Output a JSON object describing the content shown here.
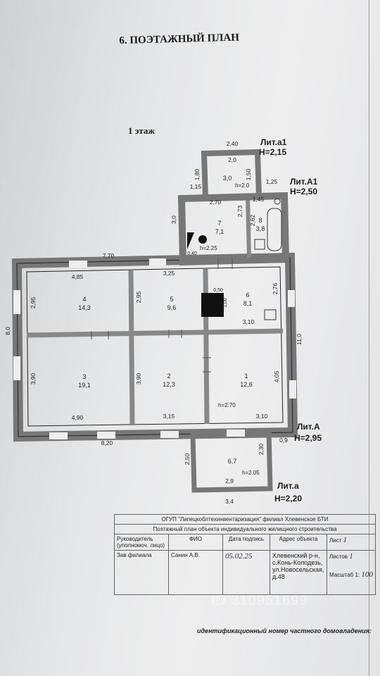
{
  "doc": {
    "title": "6. ПОЭТАЖНЫЙ ПЛАН",
    "floor": "1 этаж"
  },
  "plan": {
    "rooms": [
      {
        "id": "room-1",
        "num": "1",
        "area": "12,6"
      },
      {
        "id": "room-2",
        "num": "2",
        "area": "12,3"
      },
      {
        "id": "room-3",
        "num": "3",
        "area": "19,1"
      },
      {
        "id": "room-4",
        "num": "4",
        "area": "14,3"
      },
      {
        "id": "room-5",
        "num": "5",
        "area": "9,6"
      },
      {
        "id": "room-6",
        "num": "6",
        "area": "8,1"
      },
      {
        "id": "room-7",
        "num": "7",
        "area": "7,1"
      },
      {
        "id": "room-8",
        "num": "8",
        "area": "3,8"
      },
      {
        "id": "room-a1",
        "num": "",
        "area": "3,0"
      },
      {
        "id": "room-porch",
        "num": "",
        "area": "6,7"
      }
    ],
    "dims": [
      "2,40",
      "2,0",
      "1,80",
      "1,50",
      "1,15",
      "1,25",
      "2,70",
      "1,45",
      "2,73",
      "2,62",
      "3,0",
      "0,40",
      "7,70",
      "4,85",
      "3,25",
      "2,95",
      "2,95",
      "2,76",
      "0,50",
      "1,00",
      "3,10",
      "8,0",
      "11,0",
      "3,90",
      "3,90",
      "4,05",
      "4,90",
      "3,15",
      "3,10",
      "8,20",
      "0,9",
      "2,50",
      "2,30",
      "2,9",
      "3,4"
    ],
    "heights": [
      "h=2.0",
      "h=2.25",
      "h=2.70",
      "h=2.05"
    ],
    "liters": [
      {
        "name": "Лит.а1",
        "h": "Н=2,15"
      },
      {
        "name": "Лит.А1",
        "h": "Н=2,50"
      },
      {
        "name": "Лит.А",
        "h": "Н=2,95"
      },
      {
        "name": "Лит.а",
        "h": "Н=2,20"
      }
    ]
  },
  "stamp": {
    "org": "ОГУП \"Липецкоблтехинвентаризация\" филиал Хлевенское БТИ",
    "desc": "Поэтажный план объекта индивидуального жилищного строительства",
    "h_role": "Руководитель (уполномоч. лицо)",
    "h_fio": "ФИО",
    "h_date": "Дата подпись",
    "h_addr": "Адрес объекта",
    "role": "Зав филиала",
    "fio": "Санин А.В.",
    "date": "05.02.25",
    "address": "Хлевенский р-н, с.Конь-Колодезь, ул.Новосельская, д.48",
    "sheet_label": "Лист",
    "sheet_val": "1",
    "sheets_label": "Листов",
    "sheets_val": "1",
    "scale_label": "Масштаб 1:",
    "scale_val": "100"
  },
  "footer": "идентификационный номер частного домовладения:",
  "watermark": "ID 310951699"
}
